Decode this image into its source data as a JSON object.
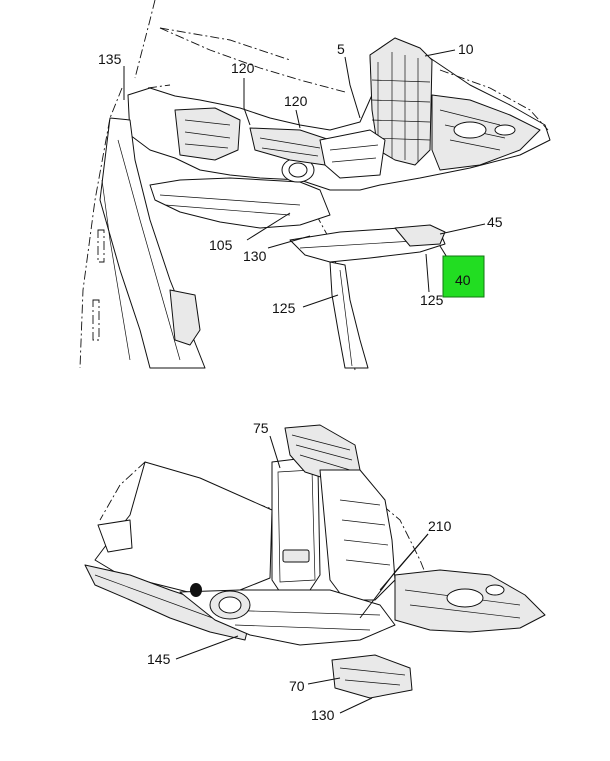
{
  "top_view": {
    "callouts": {
      "c135": "135",
      "c120a": "120",
      "c120b": "120",
      "c5": "5",
      "c10": "10",
      "c45": "45",
      "c40": "40",
      "c105": "105",
      "c130": "130",
      "c125a": "125",
      "c125b": "125"
    },
    "highlight_color": "#22dd22"
  },
  "bottom_view": {
    "callouts": {
      "c75": "75",
      "c210": "210",
      "c145": "145",
      "c70": "70",
      "c130": "130"
    }
  }
}
